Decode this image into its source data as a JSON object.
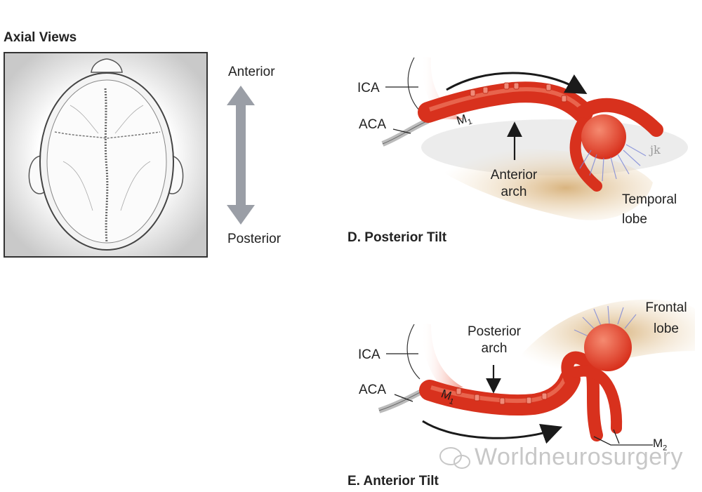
{
  "axial": {
    "title": "Axial Views",
    "anterior": "Anterior",
    "posterior": "Posterior"
  },
  "panel_d": {
    "ica": "ICA",
    "aca": "ACA",
    "m1_main": "M",
    "m1_sub": "1",
    "arch_line1": "Anterior",
    "arch_line2": "arch",
    "lobe_line1": "Temporal",
    "lobe_line2": "lobe",
    "signature": "jk",
    "caption": "D. Posterior Tilt"
  },
  "panel_e": {
    "ica": "ICA",
    "aca": "ACA",
    "m1_main": "M",
    "m1_sub": "1",
    "arch_line1": "Posterior",
    "arch_line2": "arch",
    "lobe_line1": "Frontal",
    "lobe_line2": "lobe",
    "m2_main": "M",
    "m2_sub": "2",
    "caption": "E. Anterior Tilt"
  },
  "watermark": "Worldneurosurgery",
  "colors": {
    "vessel": "#e4452f",
    "vessel_light": "#f6b7a8",
    "brain_tan": "#dcb98a",
    "arrow_grey": "#9a9ea6",
    "ink": "#222222"
  }
}
